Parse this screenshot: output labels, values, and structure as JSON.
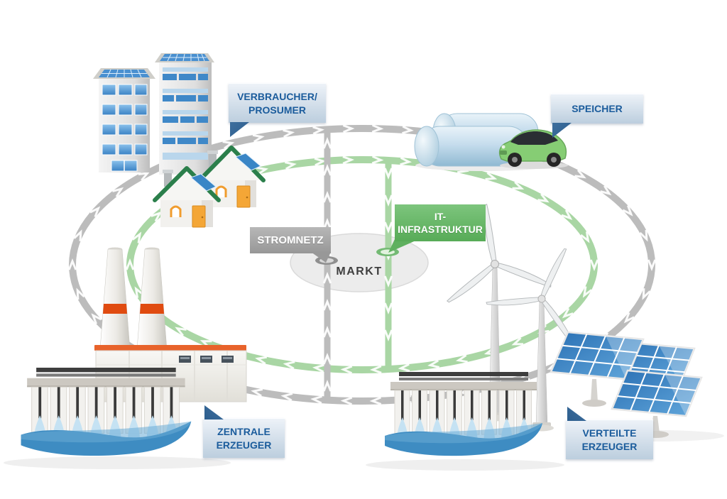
{
  "nodes": {
    "verbraucher_prosumer": {
      "label": "VERBRAUCHER/\nPROSUMER"
    },
    "speicher": {
      "label": "SPEICHER"
    },
    "stromnetz": {
      "label": "STROMNETZ"
    },
    "it_infrastruktur": {
      "label": "IT-\nINFRASTRUKTUR"
    },
    "markt": {
      "label": "MARKT"
    },
    "zentrale_erzeuger": {
      "label": "ZENTRALE\nERZEUGER"
    },
    "verteilte_erzeuger": {
      "label": "VERTEILTE\nERZEUGER"
    }
  },
  "colors": {
    "ring_gray": "#bcbcbc",
    "ring_green": "#a9d6a4",
    "tag_gray": "#a3a3a3",
    "tag_green": "#68b768",
    "markt_fill": "#ececec",
    "markt_text": "#3f3f3f",
    "bubble_top": "#edf2f8",
    "bubble_bottom": "#bccede",
    "bubble_text": "#1b5c9c",
    "tail_blue": "#2d5e8e",
    "water_blue": "#3e8cc2",
    "panel_blue": "#3a87c8",
    "accent_orange": "#e8632b"
  },
  "icons": [
    "office-buildings-icon",
    "houses-icon",
    "storage-tanks-icon",
    "electric-car-icon",
    "power-plant-icon",
    "hydro-dam-icon",
    "wind-turbines-icon",
    "solar-panels-icon"
  ]
}
